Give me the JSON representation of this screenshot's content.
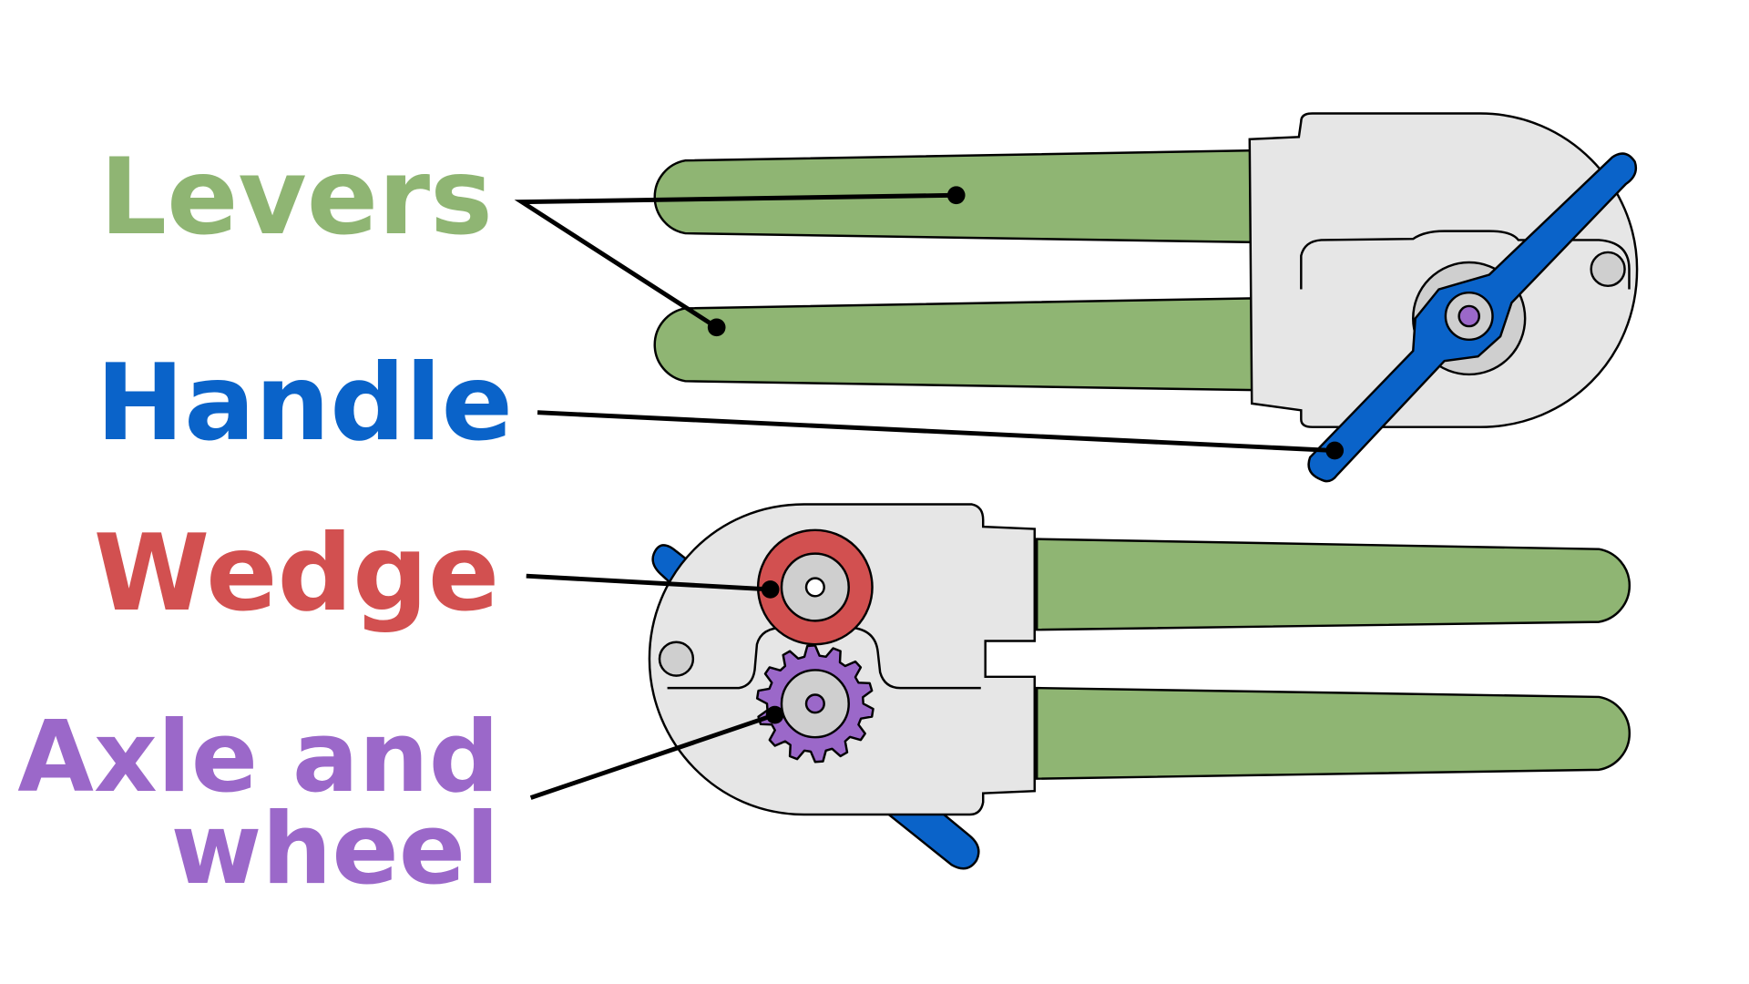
{
  "labels": {
    "levers": "Levers",
    "handle": "Handle",
    "wedge": "Wedge",
    "axle_line1": "Axle and",
    "axle_line2": "wheel"
  },
  "colors": {
    "levers": "#8fb573",
    "handle": "#0a63c9",
    "wedge": "#d25050",
    "axle_wheel": "#9b68c9",
    "body": "#e6e6e6",
    "outline": "#000000",
    "pin": "#cfcfcf"
  }
}
